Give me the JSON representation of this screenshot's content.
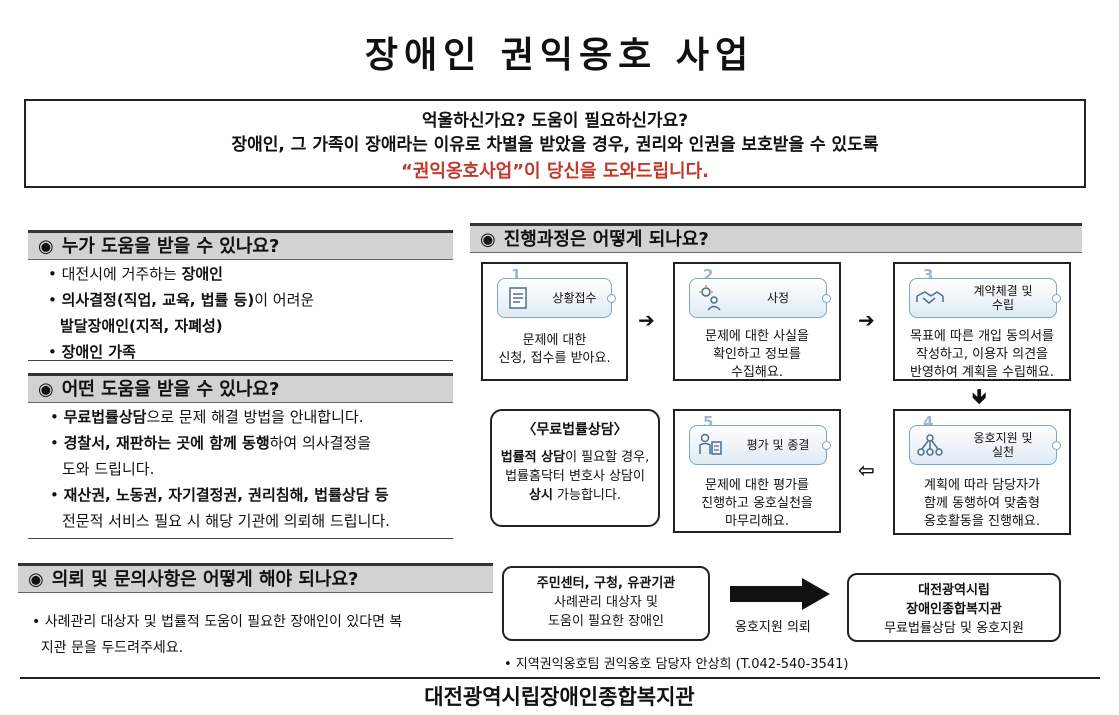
{
  "title": "장애인 권익옹호 사업",
  "intro": {
    "line1": "억울하신가요? 도움이 필요하신가요?",
    "line2": "장애인, 그 가족이 장애라는 이유로 차별을 받았을 경우, 권리와 인권을 보호받을 수 있도록",
    "line3_highlight": "“권익옹호사업”이 당신을 도와드립니다."
  },
  "section_who": {
    "bullet": "◉",
    "heading": "누가 도움을 받을 수 있나요?",
    "items": [
      {
        "prefix": "• 대전시에 거주하는 ",
        "bold": "장애인",
        "suffix": ""
      },
      {
        "prefix": "• ",
        "bold": "의사결정(직업, 교육, 법률 등)",
        "suffix": "이 어려운"
      },
      {
        "prefix": "  ",
        "bold": "발달장애인(지적, 자폐성)",
        "suffix": ""
      },
      {
        "prefix": "• ",
        "bold": "장애인 가족",
        "suffix": ""
      }
    ]
  },
  "section_what": {
    "bullet": "◉",
    "heading": "어떤 도움을 받을 수 있나요?",
    "items": [
      {
        "prefix": "• ",
        "bold": "무료법률상담",
        "suffix": "으로 문제 해결 방법을 안내합니다."
      },
      {
        "prefix": "• ",
        "bold": "경찰서, 재판하는 곳에 함께 동행",
        "suffix": "하여 의사결정을"
      },
      {
        "prefix": "  ",
        "bold": "",
        "suffix": "도와 드립니다."
      },
      {
        "prefix": "• ",
        "bold": "재산권, 노동권, 자기결정권, 권리침해, 법률상담 등",
        "suffix": ""
      },
      {
        "prefix": "  ",
        "bold": "",
        "suffix": "전문적 서비스 필요 시 해당 기관에 의뢰해 드립니다."
      }
    ]
  },
  "section_process": {
    "bullet": "◉",
    "heading": "진행과정은 어떻게 되나요?",
    "steps": [
      {
        "num": "1",
        "icon": "document-icon",
        "label": "상황접수",
        "desc": [
          "문제에 대한",
          "신청, 접수를 받아요."
        ]
      },
      {
        "num": "2",
        "icon": "investigate-icon",
        "label": "사정",
        "desc": [
          "문제에 대한 사실을",
          "확인하고 정보를",
          "수집해요."
        ]
      },
      {
        "num": "3",
        "icon": "handshake-icon",
        "label": "계약체결 및\n수립",
        "desc": [
          "목표에 따른 개입 동의서를",
          "작성하고, 이용자 의견을",
          "반영하여 계획을 수립해요."
        ]
      },
      {
        "num": "4",
        "icon": "network-icon",
        "label": "옹호지원 및\n실천",
        "desc": [
          "계획에 따라 담당자가",
          "함께 동행하여 맞춤형",
          "옹호활동을 진행해요."
        ]
      },
      {
        "num": "5",
        "icon": "evaluation-icon",
        "label": "평가 및 종결",
        "desc": [
          "문제에 대한 평가를",
          "진행하고 옹호실천을",
          "마무리해요."
        ]
      }
    ],
    "legal": {
      "title": "〈무료법률상담〉",
      "lines": [
        {
          "bold": "법률적 상담",
          "text": "이 필요할 경우,"
        },
        {
          "bold": "",
          "text": "법률홈닥터 변호사 상담이"
        },
        {
          "bold": "상시",
          "text": " 가능합니다."
        }
      ]
    }
  },
  "section_contact": {
    "bullet": "◉",
    "heading": "의뢰 및 문의사항은 어떻게 해야 되나요?",
    "text_line1": "• 사례관리 대상자 및 법률적 도움이 필요한 장애인이 있다면 복",
    "text_line2": "  지관 문을 두드려주세요.",
    "box_from": {
      "title": "주민센터, 구청, 유관기관",
      "lines": [
        "사례관리 대상자 및",
        "도움이 필요한 장애인"
      ]
    },
    "arrow_label": "옹호지원 의뢰",
    "box_to": {
      "title": "대전광역시립",
      "title2": "장애인종합복지관",
      "lines": [
        "무료법률상담 및 옹호지원"
      ]
    },
    "contact": "• 지역권익옹호팀 권익옹호 담당자 안상희 (T.042-540-3541)"
  },
  "footer": "대전광역시립장애인종합복지관"
}
